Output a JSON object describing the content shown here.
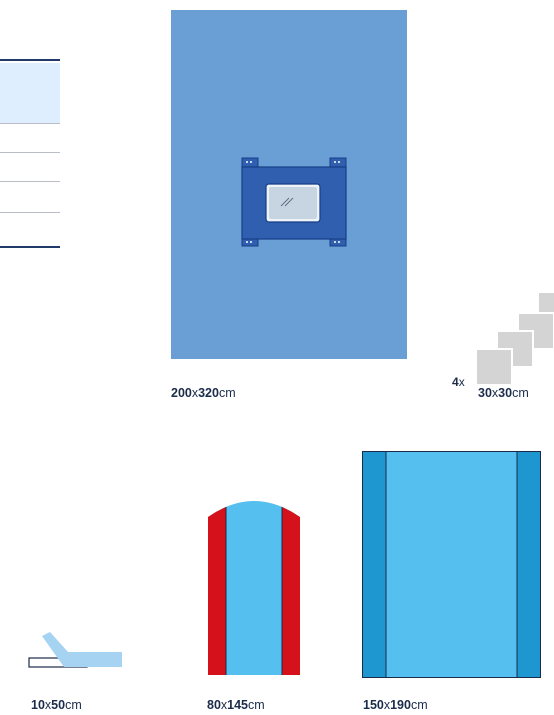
{
  "products": [
    {
      "id": "drape-200x320",
      "w": "200",
      "h": "320",
      "sep": "x",
      "unit": "cm"
    },
    {
      "id": "swab-30x30",
      "w": "30",
      "h": "30",
      "sep": "x",
      "unit": "cm",
      "count": "4",
      "count_suffix": "x"
    },
    {
      "id": "tape-10x50",
      "w": "10",
      "h": "50",
      "sep": "x",
      "unit": "cm"
    },
    {
      "id": "cover-80x145",
      "w": "80",
      "h": "145",
      "sep": "x",
      "unit": "cm"
    },
    {
      "id": "sheet-150x190",
      "w": "150",
      "h": "190",
      "sep": "x",
      "unit": "cm"
    }
  ],
  "colors": {
    "drape_blue": "#6a9fd6",
    "incise_panel": "#2f5fae",
    "light_blue": "#55bff0",
    "edge_blue": "#1e97d0",
    "red": "#d5121b",
    "swab_gray": "#d4d4d4",
    "table_band": "#dfeefe",
    "text": "#1b2b4a"
  },
  "icons": {
    "window": "film-window-icon",
    "swabs": "gauze-swab-stack-icon",
    "tape": "adhesive-tape-icon"
  }
}
